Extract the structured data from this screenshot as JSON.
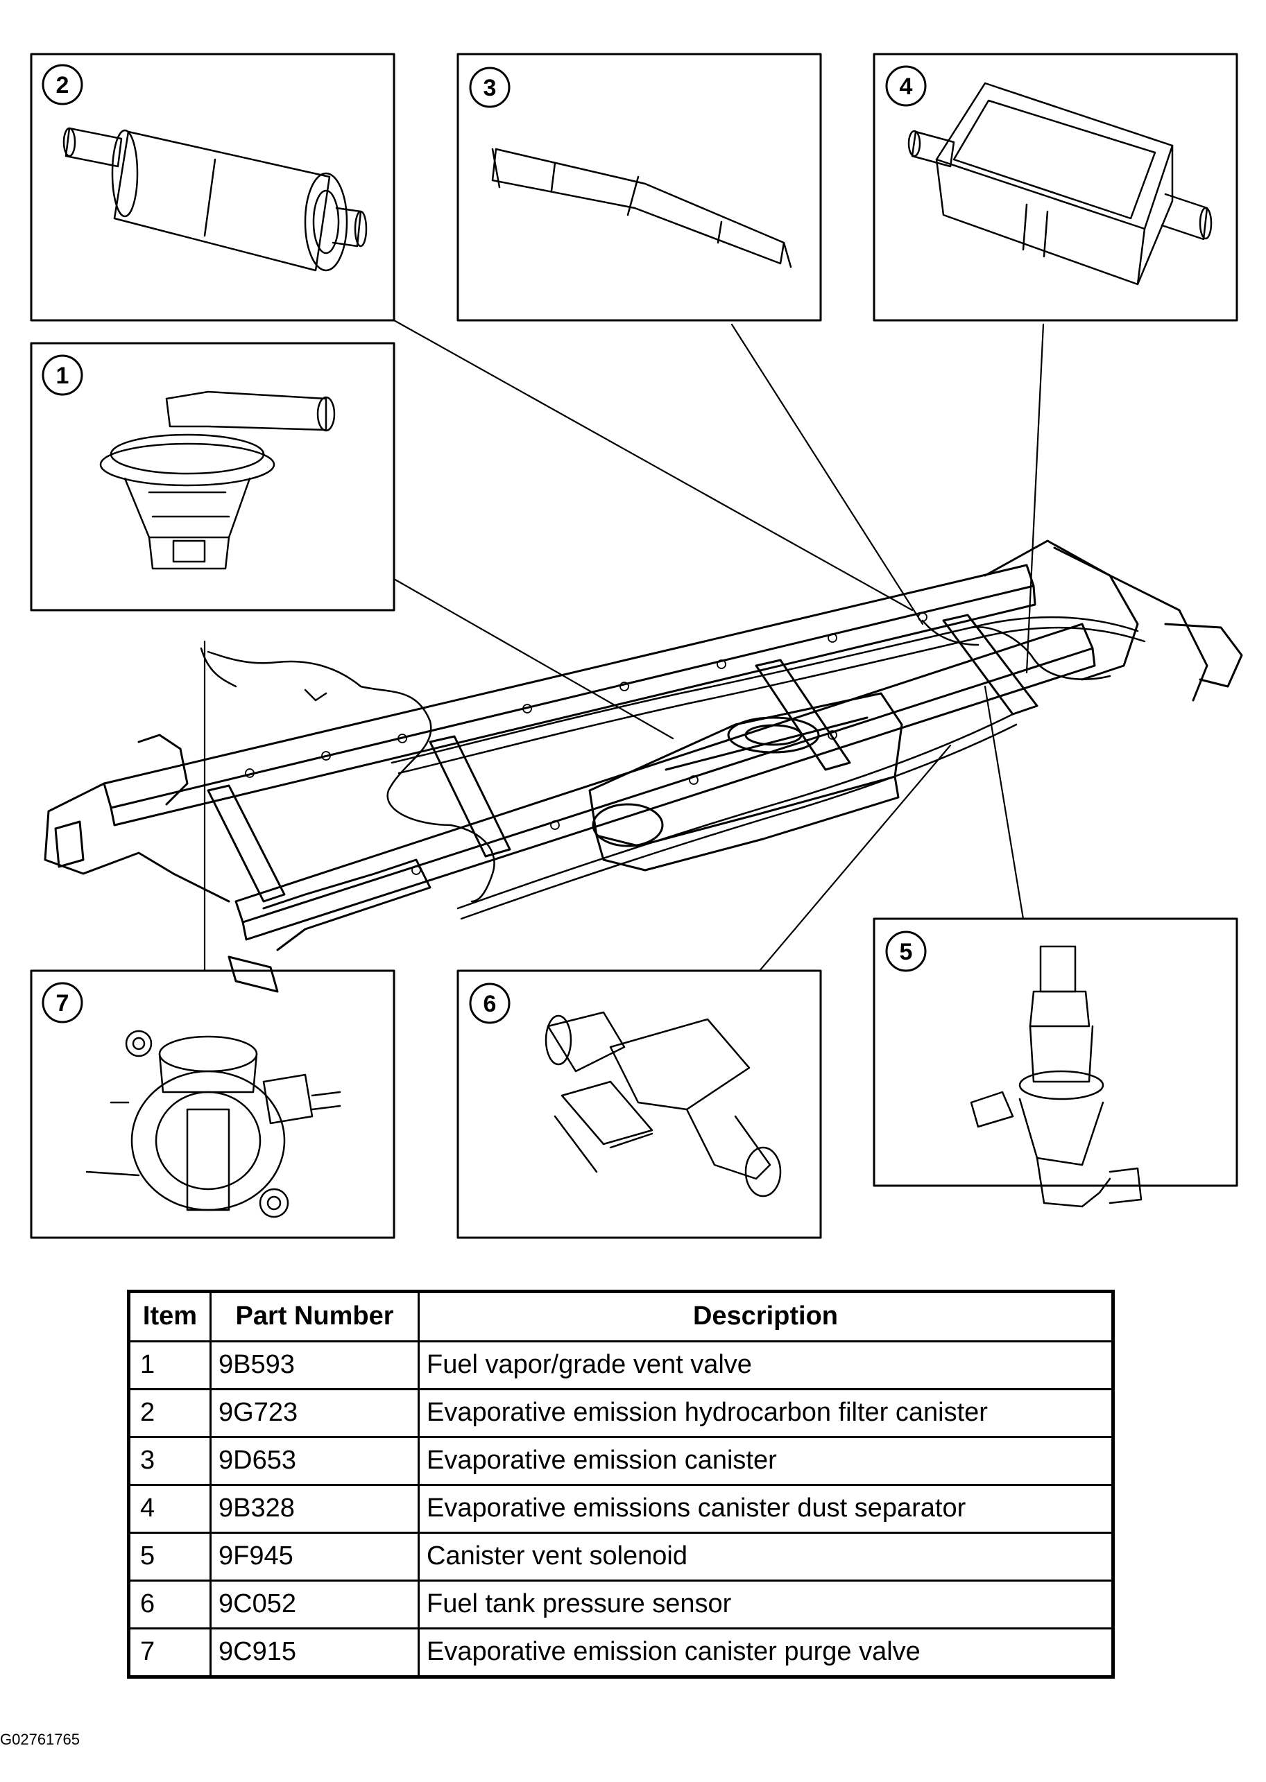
{
  "callouts": [
    {
      "number": "1",
      "part": "fuel-vapor-grade-vent-valve"
    },
    {
      "number": "2",
      "part": "evap-hydrocarbon-filter-canister"
    },
    {
      "number": "3",
      "part": "evap-emission-canister"
    },
    {
      "number": "4",
      "part": "evap-canister-dust-separator"
    },
    {
      "number": "5",
      "part": "canister-vent-solenoid"
    },
    {
      "number": "6",
      "part": "fuel-tank-pressure-sensor"
    },
    {
      "number": "7",
      "part": "evap-canister-purge-valve"
    }
  ],
  "table": {
    "headers": {
      "item": "Item",
      "part_number": "Part Number",
      "description": "Description"
    },
    "rows": [
      {
        "item": "1",
        "part_number": "9B593",
        "description": "Fuel vapor/grade vent valve"
      },
      {
        "item": "2",
        "part_number": "9G723",
        "description": "Evaporative emission hydrocarbon filter canister"
      },
      {
        "item": "3",
        "part_number": "9D653",
        "description": "Evaporative emission canister"
      },
      {
        "item": "4",
        "part_number": "9B328",
        "description": "Evaporative emissions canister dust separator"
      },
      {
        "item": "5",
        "part_number": "9F945",
        "description": "Canister vent solenoid"
      },
      {
        "item": "6",
        "part_number": "9C052",
        "description": "Fuel tank pressure sensor"
      },
      {
        "item": "7",
        "part_number": "9C915",
        "description": "Evaporative emission canister purge valve"
      }
    ]
  },
  "figure_code": "G02761765"
}
